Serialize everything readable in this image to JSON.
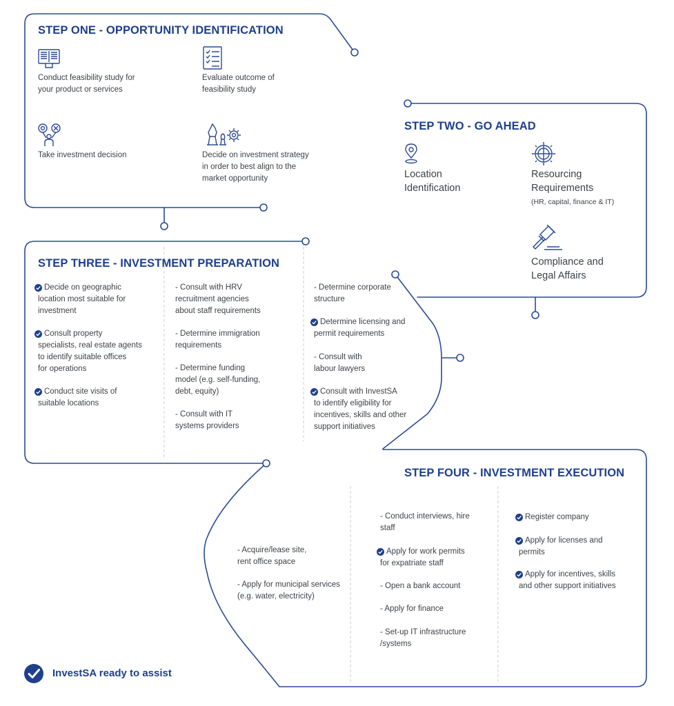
{
  "step_one": {
    "title": "STEP ONE - OPPORTUNITY IDENTIFICATION",
    "items": [
      {
        "icon": "book-icon",
        "lines": [
          "Conduct feasibility study for",
          "your product or services"
        ]
      },
      {
        "icon": "checklist-icon",
        "lines": [
          "Evaluate outcome of",
          "feasibility study"
        ]
      },
      {
        "icon": "decision-icon",
        "lines": [
          "Take investment decision"
        ]
      },
      {
        "icon": "strategy-chess-gear-icon",
        "lines": [
          "Decide on investment strategy",
          "in order to best align to the",
          "market opportunity"
        ]
      }
    ]
  },
  "step_two": {
    "title": "STEP TWO - GO AHEAD",
    "items": [
      {
        "icon": "location-pin-icon",
        "lines": [
          "Location",
          "Identification"
        ],
        "note": ""
      },
      {
        "icon": "gear-crosshair-icon",
        "lines": [
          "Resourcing",
          "Requirements"
        ],
        "note": "(HR, capital, finance & IT)"
      },
      {
        "icon": "gavel-icon",
        "lines": [
          "Compliance and",
          "Legal Affairs"
        ],
        "note": ""
      }
    ]
  },
  "step_three": {
    "title": "STEP THREE - INVESTMENT PREPARATION",
    "col1": [
      {
        "check": true,
        "lines": [
          "Decide on geographic",
          "location most suitable for",
          "investment"
        ]
      },
      {
        "check": true,
        "lines": [
          "Consult property",
          "specialists, real estate agents",
          "to identify suitable offices",
          "for operations"
        ]
      },
      {
        "check": true,
        "lines": [
          "Conduct site visits of",
          "suitable locations"
        ]
      }
    ],
    "col2": [
      {
        "check": false,
        "lines": [
          "- Consult with HRV",
          "recruitment agencies",
          "about staff requirements"
        ]
      },
      {
        "check": false,
        "lines": [
          "- Determine immigration",
          "requirements"
        ]
      },
      {
        "check": false,
        "lines": [
          "- Determine funding",
          "model (e.g. self-funding,",
          "debt, equity)"
        ]
      },
      {
        "check": false,
        "lines": [
          "- Consult with IT",
          "systems providers"
        ]
      }
    ],
    "col3": [
      {
        "check": false,
        "lines": [
          "- Determine corporate",
          "structure"
        ]
      },
      {
        "check": true,
        "lines": [
          "Determine licensing and",
          "permit requirements"
        ]
      },
      {
        "check": false,
        "lines": [
          "- Consult with",
          "labour lawyers"
        ]
      },
      {
        "check": true,
        "lines": [
          "Consult with InvestSA",
          "to identify eligibility for",
          "incentives, skills and other",
          "support initiatives"
        ]
      }
    ]
  },
  "step_four": {
    "title": "STEP FOUR - INVESTMENT EXECUTION",
    "col1": [
      {
        "check": false,
        "lines": [
          "- Acquire/lease site,",
          "rent office space"
        ]
      },
      {
        "check": false,
        "lines": [
          "- Apply for municipal services",
          "(e.g. water, electricity)"
        ]
      }
    ],
    "col2": [
      {
        "check": false,
        "lines": [
          "- Conduct interviews, hire",
          "staff"
        ]
      },
      {
        "check": true,
        "lines": [
          "Apply for work permits",
          "for expatriate staff"
        ]
      },
      {
        "check": false,
        "lines": [
          "- Open a bank account"
        ]
      },
      {
        "check": false,
        "lines": [
          "- Apply for finance"
        ]
      },
      {
        "check": false,
        "lines": [
          "- Set-up IT infrastructure",
          "/systems"
        ]
      }
    ],
    "col3": [
      {
        "check": true,
        "lines": [
          "Register company"
        ]
      },
      {
        "check": true,
        "lines": [
          "Apply for licenses and",
          "permits"
        ]
      },
      {
        "check": true,
        "lines": [
          "Apply for incentives, skills",
          "and other support initiatives"
        ]
      }
    ]
  },
  "legend": {
    "icon": "check-circle-icon",
    "label": "InvestSA ready to assist"
  },
  "colors": {
    "primary": "#1f3f8c",
    "line": "#2a4a94",
    "text": "#3d4247",
    "divider": "#c8ccd2"
  }
}
